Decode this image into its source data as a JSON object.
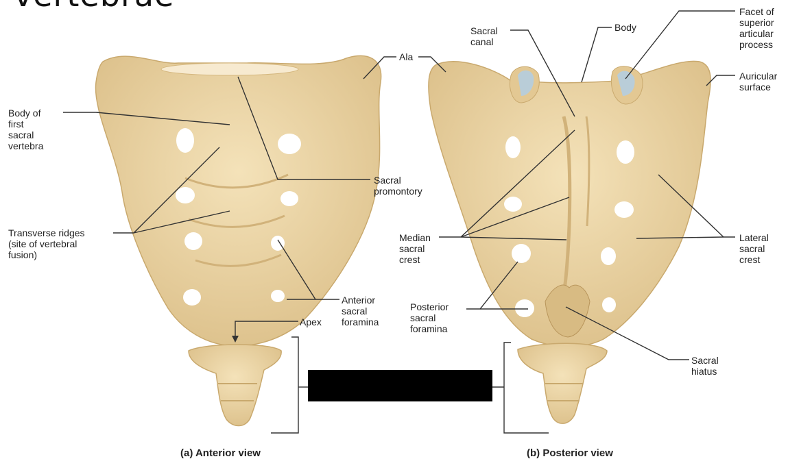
{
  "header": {
    "title": "vertebrae"
  },
  "colors": {
    "bone": "#efd9ab",
    "bone_shade": "#d9bd86",
    "cartilage": "#b9cdd8",
    "leader": "#333333"
  },
  "labels": {
    "ala": "Ala",
    "body_first_sacral": "Body of\nfirst\nsacral\nvertebra",
    "transverse_ridges": "Transverse ridges\n(site of vertebral\nfusion)",
    "sacral_promontory": "Sacral\npromontory",
    "anterior_sacral_foramina": "Anterior\nsacral\nforamina",
    "apex": "Apex",
    "sacral_canal": "Sacral\ncanal",
    "body": "Body",
    "facet_superior_articular": "Facet of\nsuperior\narticular\nprocess",
    "auricular_surface": "Auricular\nsurface",
    "median_sacral_crest": "Median\nsacral\ncrest",
    "lateral_sacral_crest": "Lateral\nsacral\ncrest",
    "posterior_sacral_foramina": "Posterior\nsacral\nforamina",
    "sacral_hiatus": "Sacral\nhiatus"
  },
  "captions": {
    "anterior": "(a) Anterior view",
    "posterior": "(b) Posterior view"
  }
}
